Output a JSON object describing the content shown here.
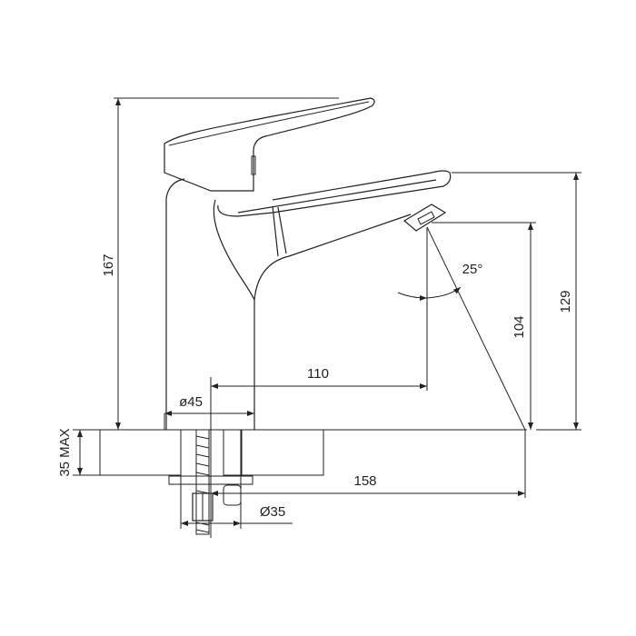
{
  "drawing": {
    "title": "Basin faucet dimension drawing",
    "dimensions": {
      "total_height": "167",
      "spout_top_height": "129",
      "spout_outlet_height": "104",
      "spout_reach": "110",
      "total_depth": "158",
      "base_diameter": "ø45",
      "hole_diameter": "Ø35",
      "max_counter_thickness": "35 MAX",
      "spray_angle": "25°"
    },
    "line_color": "#222222"
  }
}
